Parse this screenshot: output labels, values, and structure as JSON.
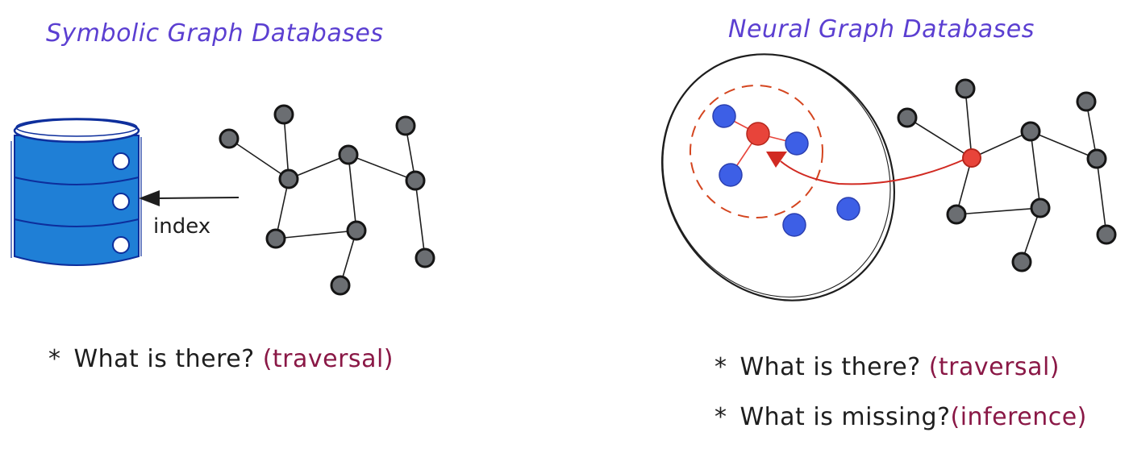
{
  "left_panel": {
    "title": "Symbolic Graph Databases",
    "arrow_label": "index",
    "bullets": [
      {
        "star": "*",
        "question": "What is there?",
        "paren": "(traversal)"
      }
    ]
  },
  "right_panel": {
    "title": "Neural Graph Databases",
    "bullets": [
      {
        "star": "*",
        "question": "What is there?",
        "paren": "(traversal)"
      },
      {
        "star": "*",
        "question": "What is missing?",
        "paren": "(inference)"
      }
    ]
  },
  "colors": {
    "title": "#5b3fd1",
    "paren": "#8a1846",
    "node_gray": "#6b6e72",
    "node_blue": "#3d5fe6",
    "node_red": "#e8443a",
    "db_blue": "#1f7fd6"
  }
}
